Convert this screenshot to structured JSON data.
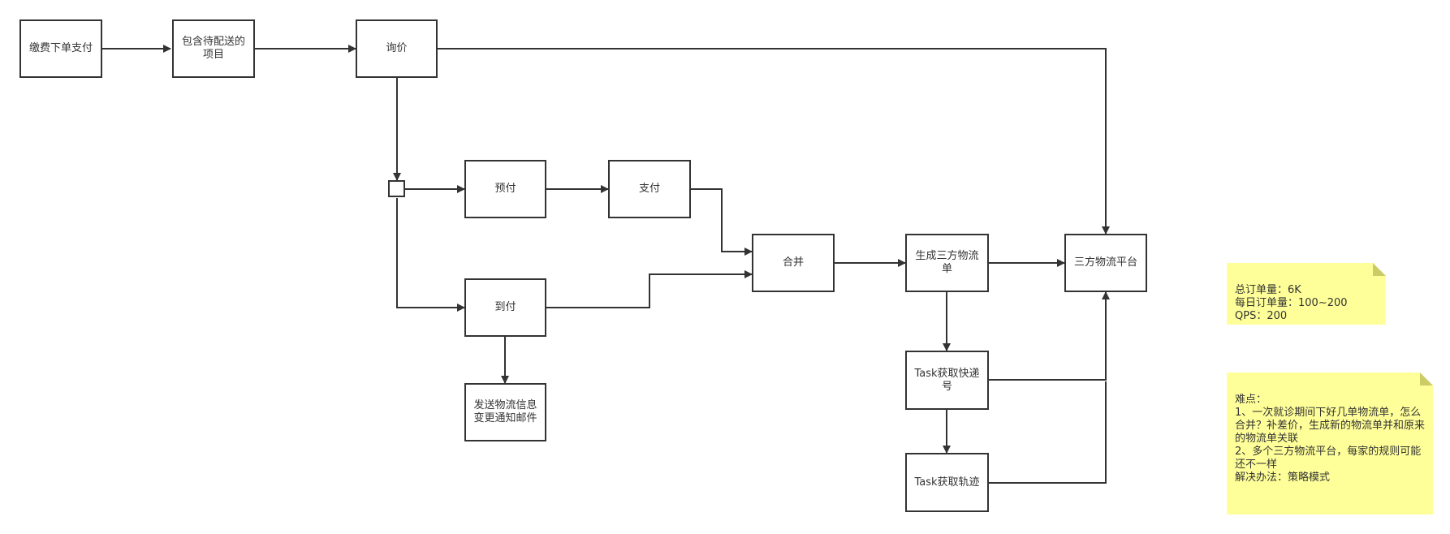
{
  "nodes": {
    "pay": "缴费下单支付",
    "include_items": "包含待配送的项目",
    "inquiry": "询价",
    "prepay": "预付",
    "payment": "支付",
    "cod": "到付",
    "send_email": "发送物流信息变更通知邮件",
    "merge": "合并",
    "gen_order": "生成三方物流单",
    "platform": "三方物流平台",
    "task_express": "Task获取快递号",
    "task_track": "Task获取轨迹"
  },
  "notes": {
    "stats": "总订单量：6K\n每日订单量：100~200\nQPS：200",
    "difficulties": "难点：\n1、一次就诊期间下好几单物流单，怎么合并？补差价，生成新的物流单并和原来的物流单关联\n2、多个三方物流平台，每家的规则可能还不一样\n解决办法：策略模式"
  },
  "colors": {
    "stroke": "#333333",
    "note_fill": "#ffff99",
    "note_fold": "#cccc66"
  }
}
